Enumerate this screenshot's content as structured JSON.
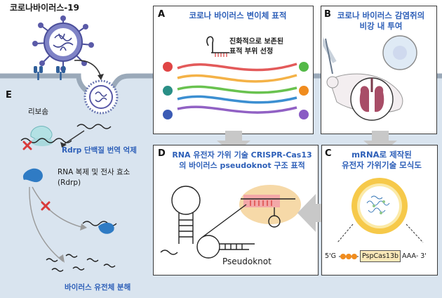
{
  "left": {
    "virus_label": "코로나바이러스-19",
    "panel_tag": "E",
    "ribosome_label": "리보솜",
    "block_translation_label": "Rdrp 단백질 번역 억제",
    "rdrp_label_line1": "RNA 복제 및 전사 효소",
    "rdrp_label_line2": "(Rdrp)",
    "degradation_label": "바이러스 유전체 분해"
  },
  "panel_a": {
    "tag": "A",
    "title": "코로나 바이러스 변이체 표적",
    "note_line1": "진화적으로 보존된",
    "note_line2": "표적 부위 선정"
  },
  "panel_b": {
    "tag": "B",
    "title_line1": "코로나 바이러스 감염쥐의",
    "title_line2": "비강 내 투여"
  },
  "panel_c": {
    "tag": "C",
    "title_line1": "mRNA로 제작된",
    "title_line2": "유전자 가위기술 모식도",
    "construct_5prime": "5'G",
    "construct_cas": "PspCas13b",
    "construct_3prime": "AAA- 3'"
  },
  "panel_d": {
    "tag": "D",
    "title_line1": "RNA 유전자 가위 기술 CRISPR-Cas13",
    "title_line2": "의 바이러스 pseudoknot 구조 표적",
    "pseudoknot_label": "Pseudoknot"
  },
  "colors": {
    "title_blue": "#2d5fb8",
    "cell_fill": "#d9e4ef",
    "membrane": "#9aa9b9",
    "arrow_gray": "#c8c8c8",
    "virus_purple": "#5a5aa8",
    "inhibit_red": "#d93a3a"
  }
}
